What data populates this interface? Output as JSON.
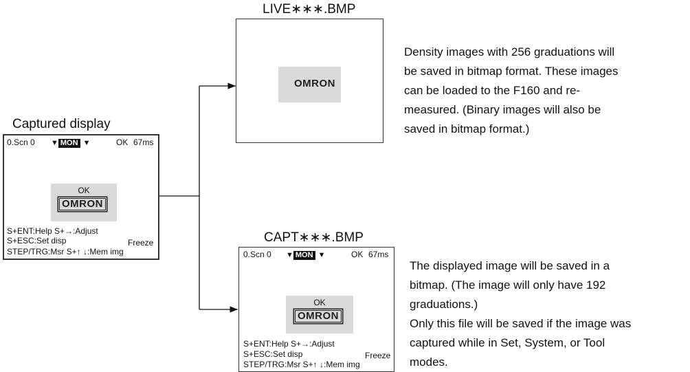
{
  "captured": {
    "title": "Captured display",
    "status": {
      "scene": "0.Scn 0",
      "mode": "MON",
      "result": "OK",
      "time": "67ms"
    },
    "ok_label": "OK",
    "logo": "OMRON",
    "guide": {
      "line1": "S+ENT:Help S+→:Adjust",
      "line2": "S+ESC:Set disp",
      "line2_right": "Freeze",
      "line3": "STEP/TRG:Msr S+↑ ↓:Mem img"
    }
  },
  "live": {
    "title": "LIVE∗∗∗.BMP",
    "logo": "OMRON",
    "description": [
      "Density images with 256 graduations will",
      "be saved in bitmap format. These images",
      "can be loaded to the F160 and re-",
      "measured. (Binary images will also be",
      "saved in bitmap format.)"
    ]
  },
  "capt": {
    "title": "CAPT∗∗∗.BMP",
    "status": {
      "scene": "0.Scn 0",
      "mode": "MON",
      "result": "OK",
      "time": "67ms"
    },
    "ok_label": "OK",
    "logo": "OMRON",
    "guide": {
      "line1": "S+ENT:Help S+→:Adjust",
      "line2": "S+ESC:Set disp",
      "line2_right": "Freeze",
      "line3": "STEP/TRG:Msr S+↑ ↓:Mem img"
    },
    "description": [
      "The displayed image will be saved in a",
      "bitmap. (The image will only have 192",
      "graduations.)",
      "Only this file will be saved if the image was",
      "captured while in Set, System, or Tool",
      "modes."
    ]
  }
}
